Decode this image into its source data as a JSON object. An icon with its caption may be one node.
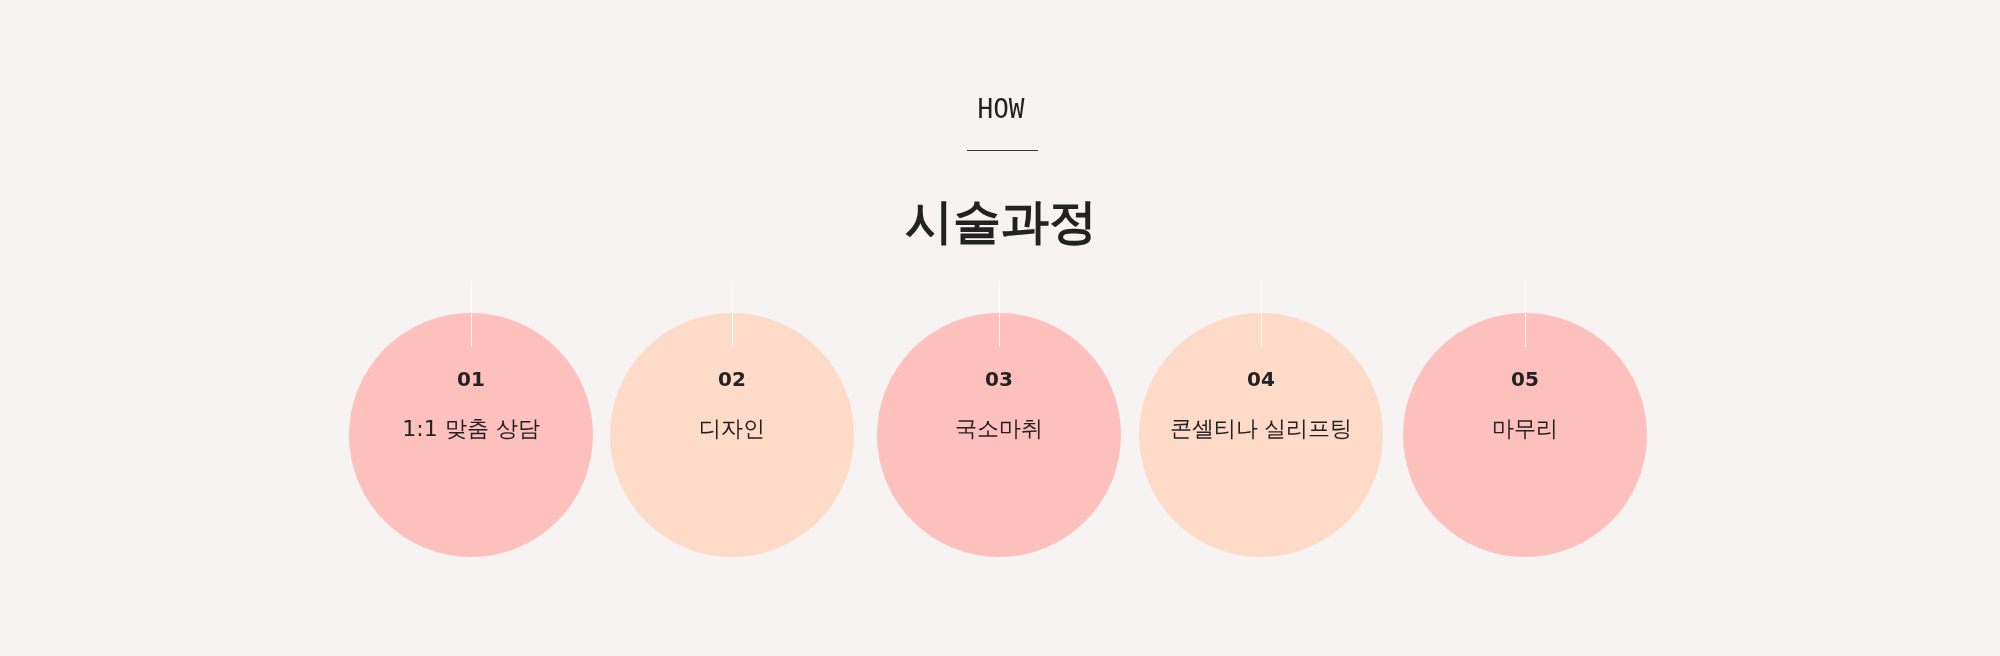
{
  "diagram": {
    "title": "시술과정",
    "nodes": [
      {
        "text": [
          "01",
          "1:1 맞춤 상담"
        ]
      },
      {
        "text": [
          "02",
          "디자인"
        ]
      },
      {
        "text": [
          "03",
          "국소마취"
        ]
      },
      {
        "text": [
          "04",
          "콘셀티나 실리프팅"
        ]
      },
      {
        "text": [
          "05",
          "마무리"
        ]
      }
    ],
    "labels": [
      "HOW"
    ]
  }
}
